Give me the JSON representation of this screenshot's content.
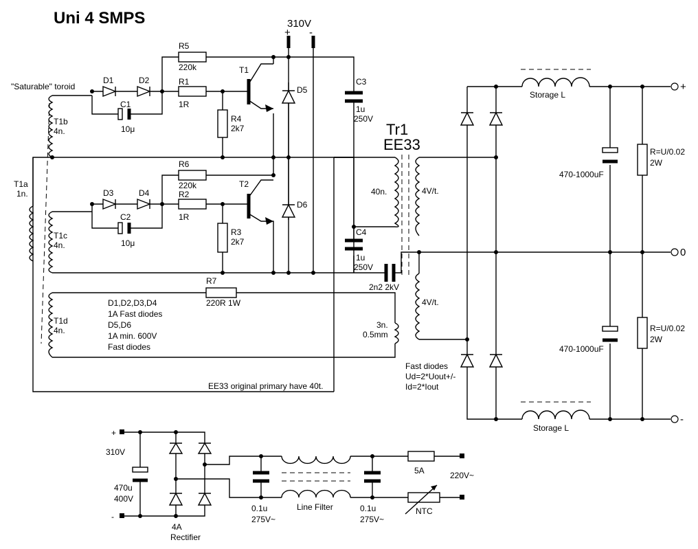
{
  "title": "Uni 4 SMPS",
  "supply": {
    "label": "310V",
    "plus": "+",
    "minus": "-"
  },
  "toroid_label": "\"Saturable\" toroid",
  "components": {
    "d1": "D1",
    "d2": "D2",
    "d3": "D3",
    "d4": "D4",
    "d5": "D5",
    "d6": "D6",
    "r5": "R5",
    "r5_val": "220k",
    "r1": "R1",
    "r1_val": "1R",
    "r4": "R4",
    "r4_val": "2k7",
    "r6": "R6",
    "r6_val": "220k",
    "r2": "R2",
    "r2_val": "1R",
    "r3": "R3",
    "r3_val": "2k7",
    "r7": "R7",
    "r7_val": "220R 1W",
    "c1": "C1",
    "c1_val": "10μ",
    "c2": "C2",
    "c2_val": "10μ",
    "c3": "C3",
    "c3_val1": "1u",
    "c3_val2": "250V",
    "c4": "C4",
    "c4_val1": "1u",
    "c4_val2": "250V",
    "cy_val": "2n2 2kV",
    "t1": "T1",
    "t2": "T2",
    "t1a": "T1a",
    "t1a_n": "1n.",
    "t1b": "T1b",
    "t1b_n": "4n.",
    "t1c": "T1c",
    "t1c_n": "4n.",
    "t1d": "T1d",
    "t1d_n": "4n."
  },
  "notes": {
    "diodes_1": "D1,D2,D3,D4",
    "diodes_2": "1A Fast diodes",
    "diodes_3": "D5,D6",
    "diodes_4": "1A min. 600V",
    "diodes_5": "Fast diodes",
    "primary": "EE33 original primary have 40t."
  },
  "transformer": {
    "name": "Tr1",
    "core": "EE33",
    "primary": "40n.",
    "sec_top": "4V/t.",
    "sec_bot": "4V/t.",
    "aux1": "3n.",
    "aux2": "0.5mm"
  },
  "output": {
    "storage_top": "Storage L",
    "storage_bot": "Storage L",
    "cap_top": "470-1000uF",
    "cap_bot": "470-1000uF",
    "res_top_1": "R=U/0.02",
    "res_top_2": "2W",
    "res_bot_1": "R=U/0.02",
    "res_bot_2": "2W",
    "fast_1": "Fast diodes",
    "fast_2": "Ud=2*Uout+/-",
    "fast_3": "Id=2*Iout",
    "out_plus": "+",
    "out_zero": "0",
    "out_minus": "-"
  },
  "input": {
    "plus": "+",
    "minus": "-",
    "v310": "310V",
    "cap_1": "470u",
    "cap_2": "400V",
    "rect_1": "4A",
    "rect_2": "Rectifier",
    "c_l_1": "0.1u",
    "c_l_2": "275V~",
    "c_r_1": "0.1u",
    "c_r_2": "275V~",
    "filter": "Line Filter",
    "fuse": "5A",
    "ntc": "NTC",
    "mains": "220V~"
  }
}
